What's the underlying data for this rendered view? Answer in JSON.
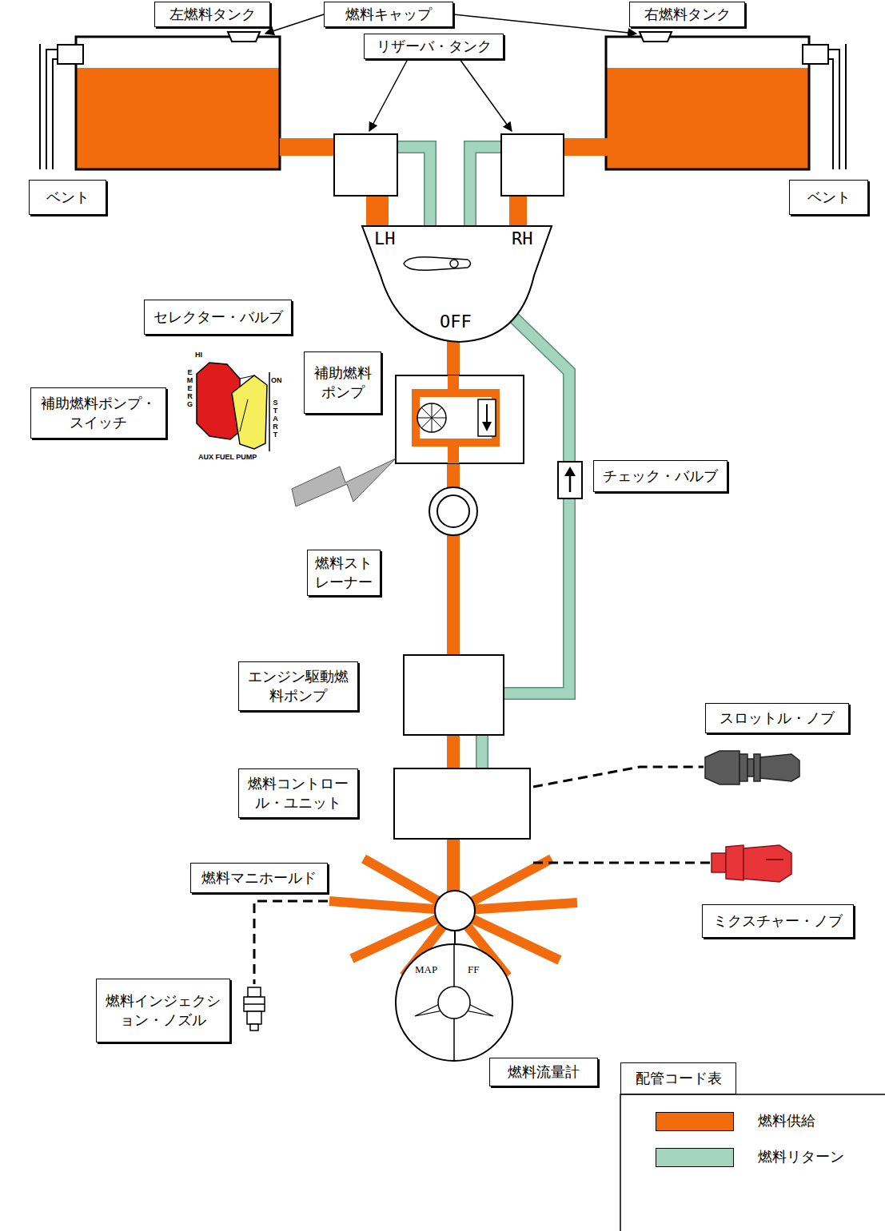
{
  "diagram": {
    "nodes": [
      {
        "text": [
          "左燃料タンク"
        ]
      },
      {
        "text": [
          "燃料キャップ"
        ]
      },
      {
        "text": [
          "右燃料タンク"
        ]
      },
      {
        "text": [
          "リザーバ・タンク"
        ]
      },
      {
        "text": [
          "ベント"
        ]
      },
      {
        "text": [
          "ベント"
        ]
      },
      {
        "text": [
          "LH",
          "RH",
          "OFF"
        ]
      },
      {
        "text": [
          "セレクター・バルブ"
        ]
      },
      {
        "text": [
          "補助燃料ポンプ"
        ]
      },
      {
        "text": [
          "補助燃料ポンプ・スイッチ"
        ]
      },
      {
        "text": [
          "チェック・バルブ"
        ]
      },
      {
        "text": [
          "燃料ストレーナー"
        ]
      },
      {
        "text": [
          "エンジン駆動燃料ポンプ"
        ]
      },
      {
        "text": [
          "スロットル・ノブ"
        ]
      },
      {
        "text": [
          "燃料コントロール・ユニット"
        ]
      },
      {
        "text": [
          "ミクスチャー・ノブ"
        ]
      },
      {
        "text": [
          "燃料マニホールド"
        ]
      },
      {
        "text": [
          "燃料インジェクション・ノズル"
        ]
      },
      {
        "text": [
          "MAP",
          "FF"
        ]
      },
      {
        "text": [
          "燃料流量計"
        ]
      }
    ],
    "labels": [
      "HI",
      "ON",
      "EMERG",
      "START",
      "AUX FUEL PUMP",
      "配管コード表"
    ],
    "legend": [
      {
        "text": "燃料供給",
        "color": "#f26b0c"
      },
      {
        "text": "燃料リターン",
        "color": "#a3d4bd"
      }
    ]
  }
}
